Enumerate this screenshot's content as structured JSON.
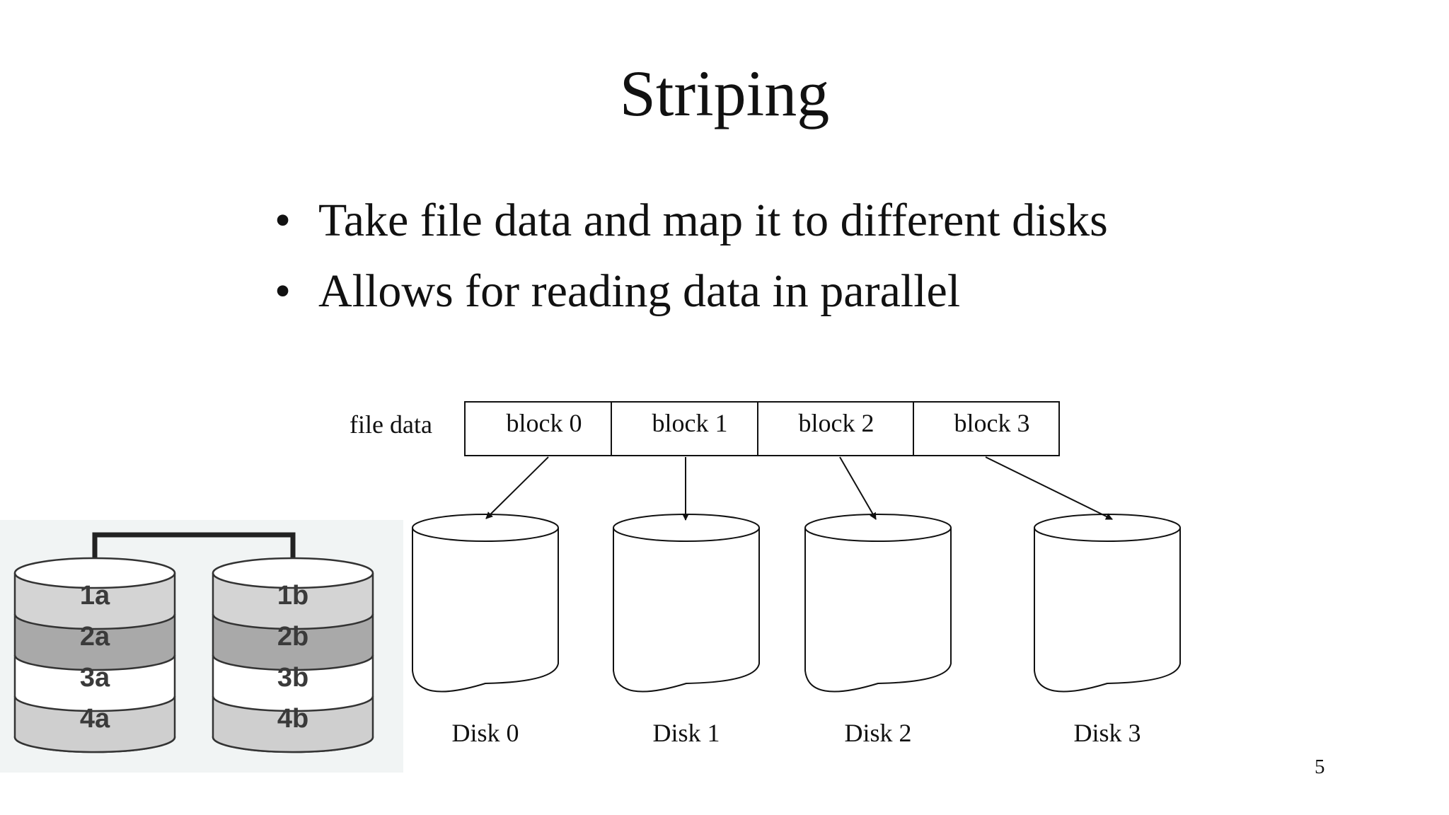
{
  "slide": {
    "title": "Striping",
    "bullets": [
      "Take file data and map it to different disks",
      "Allows for reading data in parallel"
    ],
    "bullet_glyph": "•",
    "page_number": "5"
  },
  "diagram": {
    "file_data_label": "file data",
    "blocks": [
      "block 0",
      "block 1",
      "block 2",
      "block 3"
    ],
    "disks": [
      "Disk 0",
      "Disk 1",
      "Disk 2",
      "Disk 3"
    ]
  },
  "raid_image": {
    "left_disk": [
      "1a",
      "2a",
      "3a",
      "4a"
    ],
    "right_disk": [
      "1b",
      "2b",
      "3b",
      "4b"
    ],
    "band_colors": [
      "#d4d4d4",
      "#a9a9a9",
      "#ffffff",
      "#cfcfcf"
    ]
  }
}
